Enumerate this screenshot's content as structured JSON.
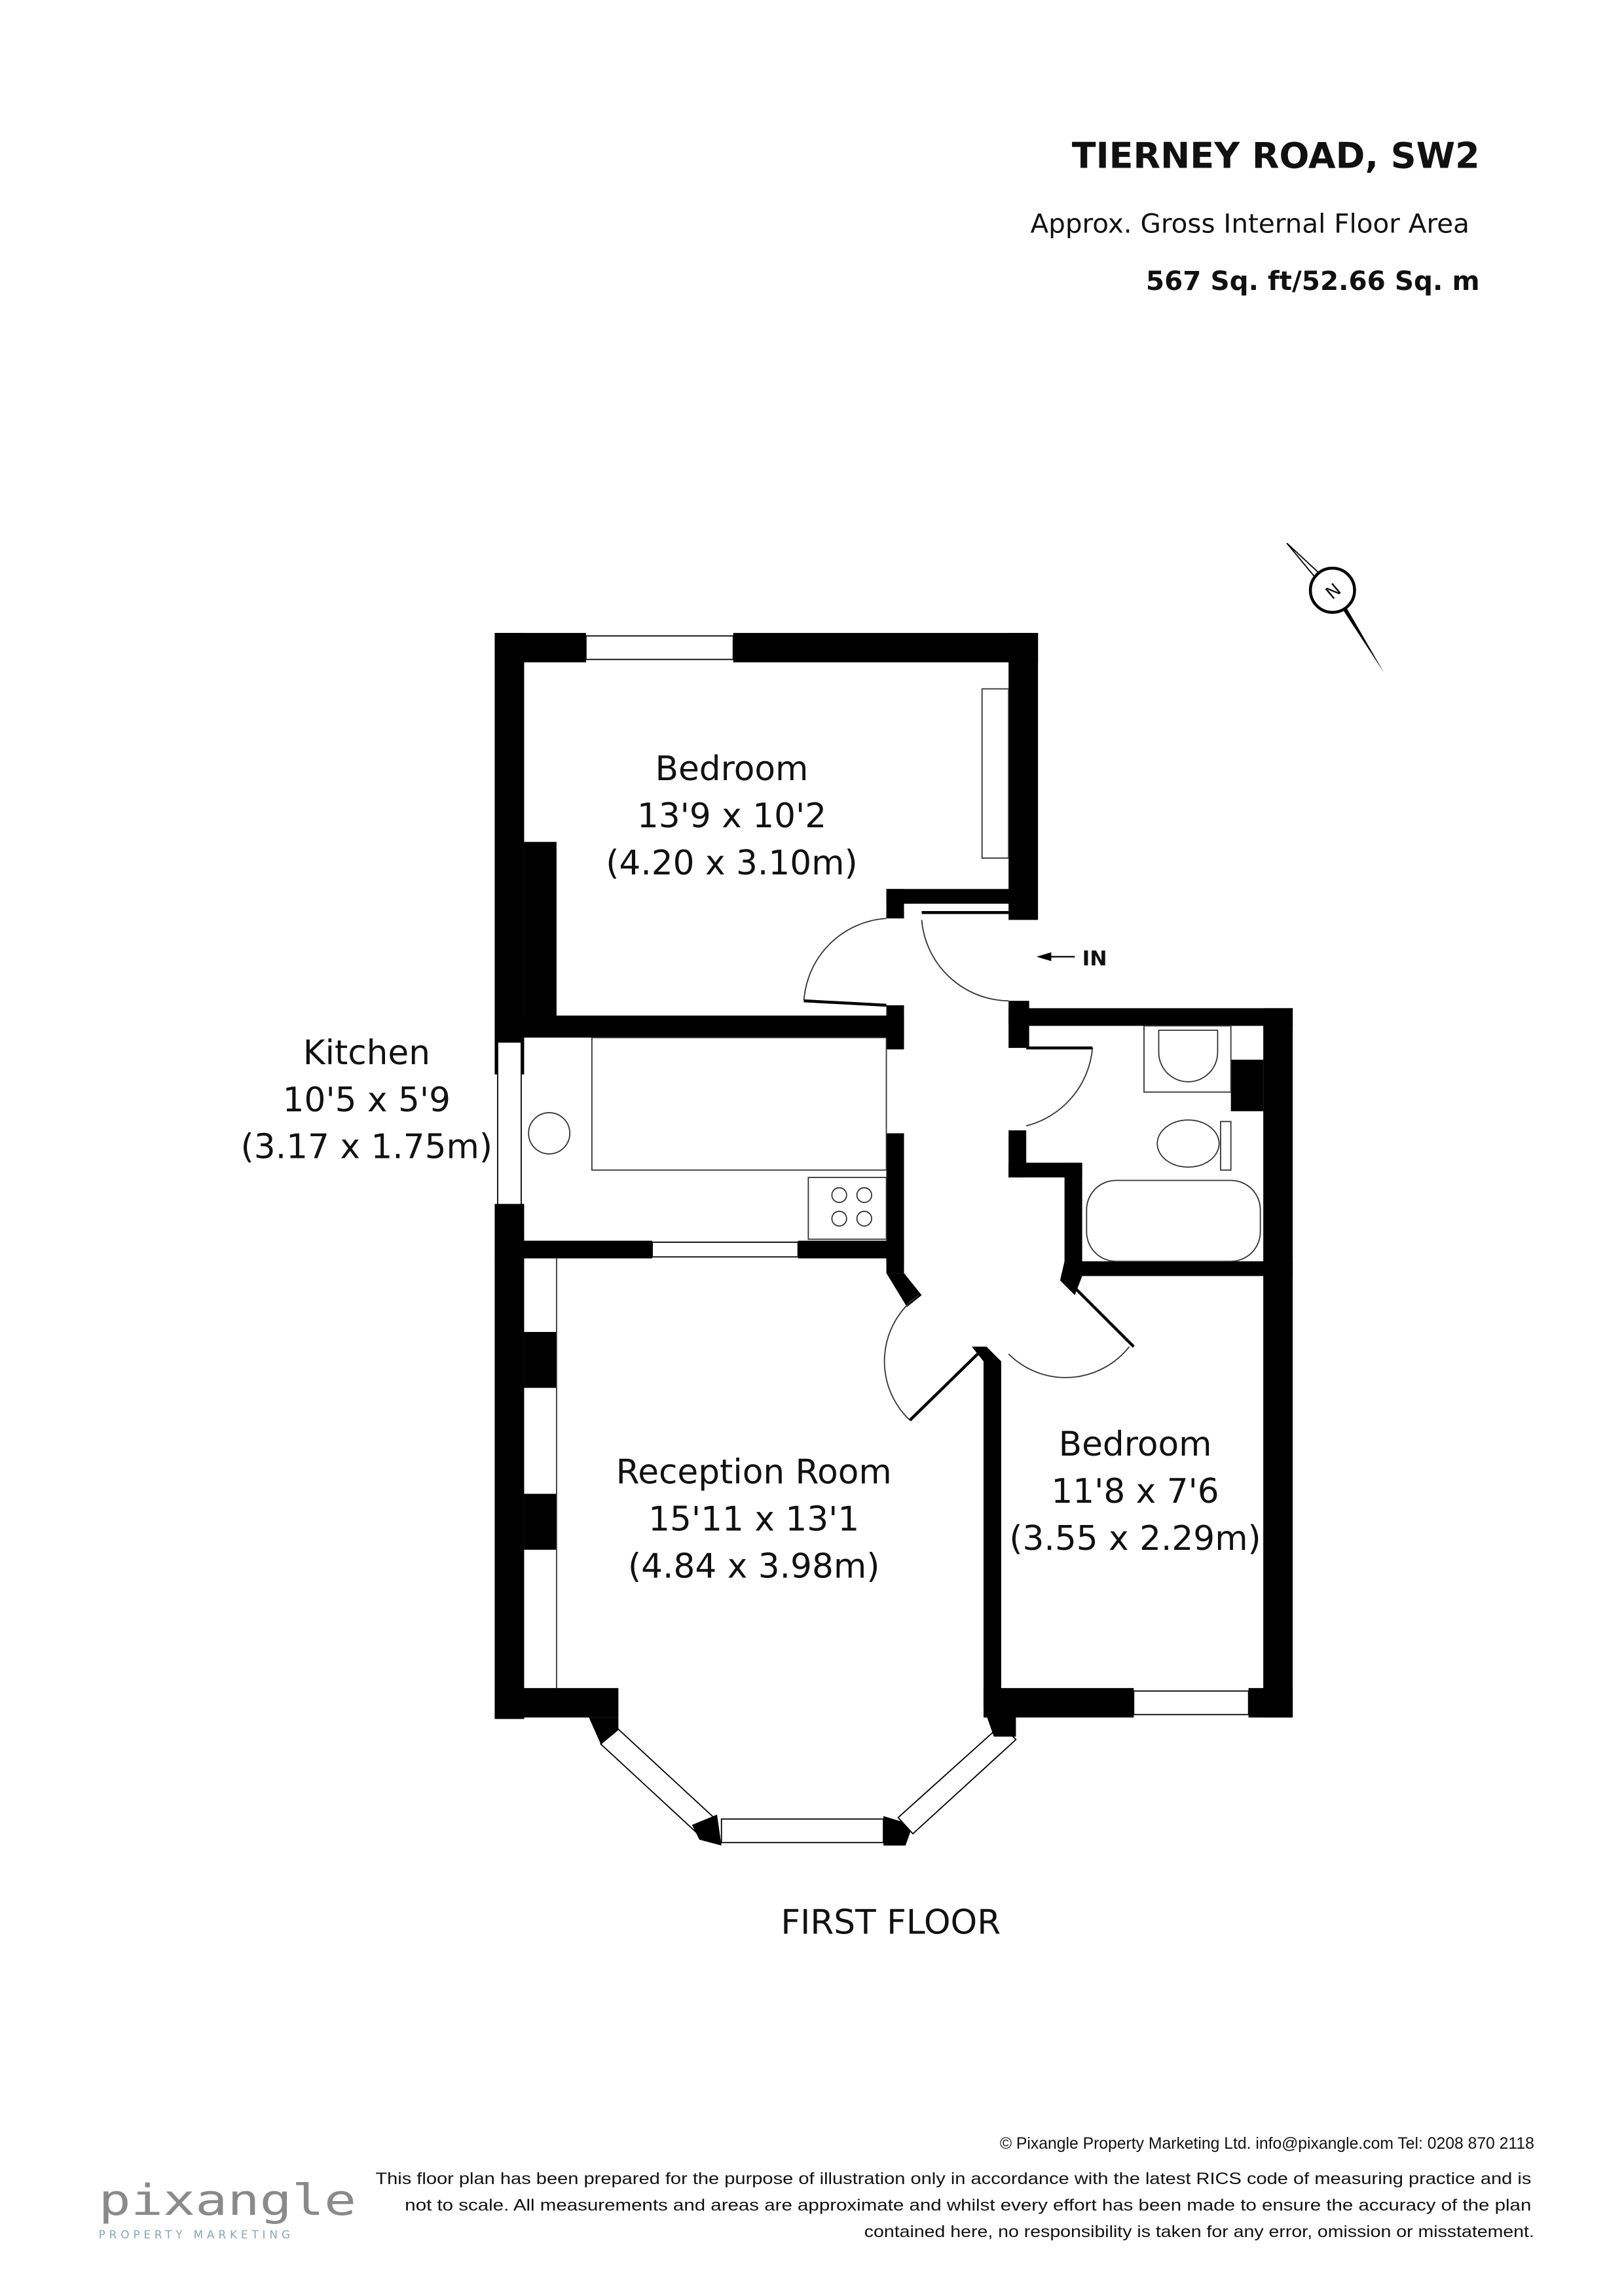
{
  "header": {
    "title": "TIERNEY ROAD, SW2",
    "subtitle": "Approx. Gross Internal Floor Area",
    "area": "567 Sq. ft/52.66 Sq. m"
  },
  "compass": {
    "label": "N"
  },
  "entrance": {
    "label": "IN"
  },
  "rooms": [
    {
      "name": "Bedroom",
      "imperial": "13'9 x 10'2",
      "metric": "(4.20 x 3.10m)"
    },
    {
      "name": "Kitchen",
      "imperial": "10'5 x 5'9",
      "metric": "(3.17 x 1.75m)"
    },
    {
      "name": "Reception Room",
      "imperial": "15'11 x 13'1",
      "metric": "(4.84 x 3.98m)"
    },
    {
      "name": "Bedroom",
      "imperial": "11'8 x 7'6",
      "metric": "(3.55 x 2.29m)"
    }
  ],
  "floor_label": "FIRST FLOOR",
  "footer": {
    "copyright": "© Pixangle Property Marketing Ltd. info@pixangle.com Tel: 0208 870 2118",
    "disclaimer": [
      "This floor plan has been prepared for the purpose of illustration only in accordance with the latest RICS code of measuring practice and is",
      "not to scale. All measurements and areas are approximate and whilst every effort has been made to ensure the accuracy of the plan",
      "contained here, no responsibility is taken for any error, omission or misstatement."
    ],
    "logo": {
      "wordmark": "pixangle",
      "tagline": "PROPERTY MARKETING",
      "accent_color": "#8aa5b0",
      "text_color": "#8a8a8a"
    }
  }
}
